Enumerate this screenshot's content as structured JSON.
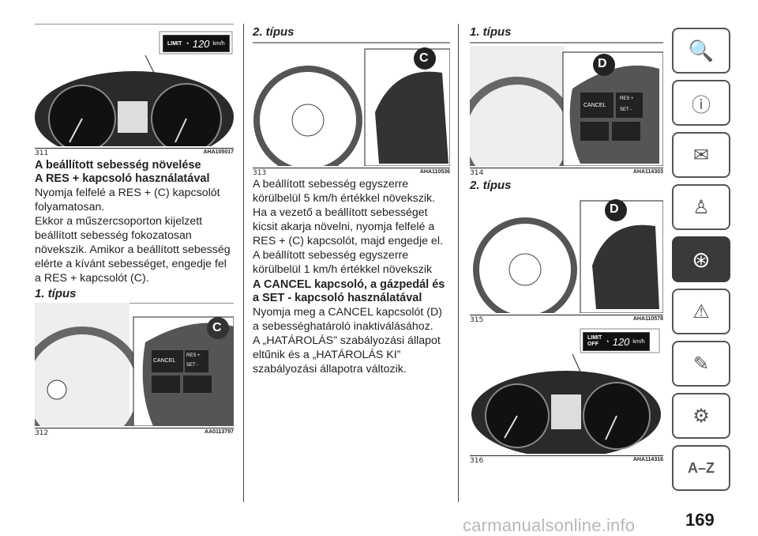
{
  "col1": {
    "fig1": {
      "num": "311",
      "code": "AHA105017",
      "lcd_limit": "LIMIT",
      "lcd_speed": "120",
      "lcd_unit": "km/h"
    },
    "heading1": "A beállított sebesség növelése",
    "heading2": "A RES + kapcsoló használatával",
    "para1": "Nyomja felfelé a RES + (C) kapcsolót folyamatosan.",
    "para2": "Ekkor a műszercsoporton kijelzett beállított sebesség fokozatosan növekszik. Amikor a beállított sebesség elérte a kívánt sebességet, engedje fel a RES + kapcsolót (C).",
    "tipus": "1. típus",
    "fig2": {
      "num": "312",
      "code": "AA0113797",
      "badge": "C",
      "btn_cancel": "CANCEL",
      "btn_res": "RES +",
      "btn_set": "SET -"
    }
  },
  "col2": {
    "tipus": "2. típus",
    "fig3": {
      "num": "313",
      "code": "AHA110536",
      "badge": "C"
    },
    "para1": "A beállított sebesség egyszerre körülbelül 5 km/h értékkel növekszik. Ha a vezető a beállított sebességet kicsit akarja növelni, nyomja felfelé a RES + (C) kapcsolót, majd engedje el. A beállított sebesség egyszerre körülbelül 1 km/h értékkel növekszik",
    "heading": "A CANCEL kapcsoló, a gázpedál és a SET - kapcsoló használatával",
    "para2": "Nyomja meg a CANCEL kapcsolót (D) a sebességhatároló inaktiválásához.",
    "para3": "A „HATÁROLÁS” szabályozási állapot eltűnik és a „HATÁROLÁS KI” szabályozási állapotra változik."
  },
  "col3": {
    "tipus1": "1. típus",
    "fig4": {
      "num": "314",
      "code": "AHA114303",
      "badge": "D",
      "btn_cancel": "CANCEL",
      "btn_res": "RES +",
      "btn_set": "SET -"
    },
    "tipus2": "2. típus",
    "fig5": {
      "num": "315",
      "code": "AHA110578",
      "badge": "D"
    },
    "fig6": {
      "num": "316",
      "code": "AHA114316",
      "lcd_limit": "LIMIT",
      "lcd_off": "OFF",
      "lcd_speed": "120",
      "lcd_unit": "km/h"
    }
  },
  "sidebar": {
    "tabs": [
      "car-search-icon",
      "car-info-icon",
      "warning-lights-icon",
      "airbag-person-icon",
      "key-steering-wheel-icon",
      "car-warning-icon",
      "car-service-icon",
      "settings-list-icon",
      "alphabet-index-icon"
    ],
    "active_index": 4
  },
  "page_number": "169",
  "watermark": "carmanualsonline.info"
}
